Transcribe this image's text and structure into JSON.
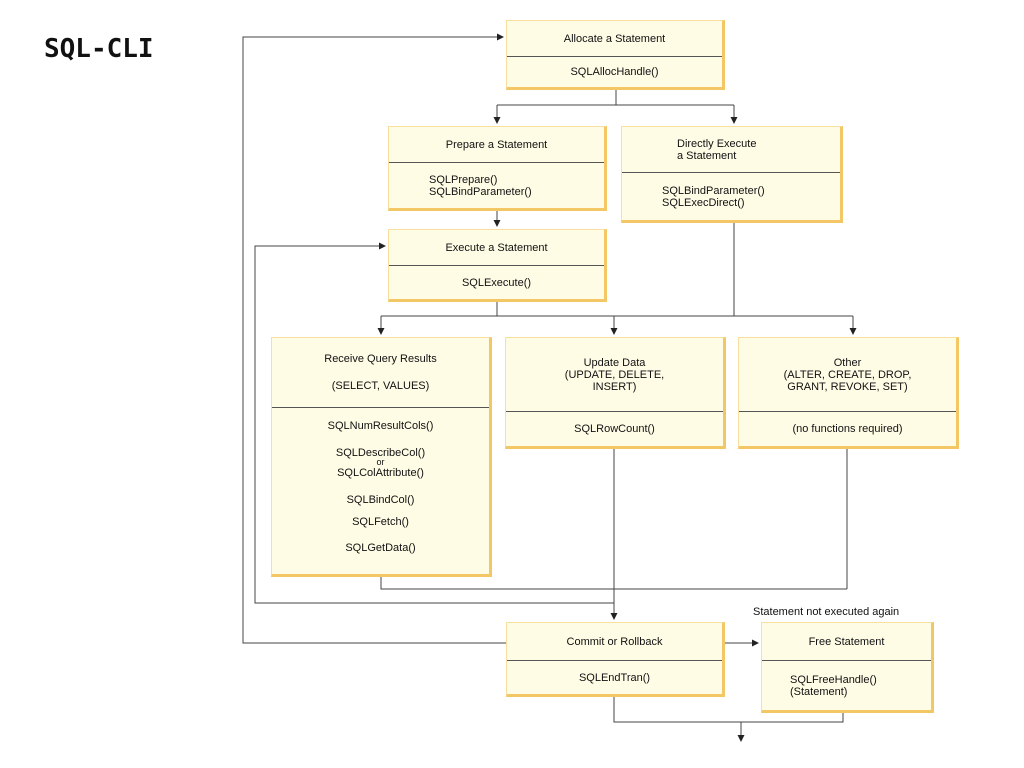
{
  "title": "SQL-CLI",
  "boxes": {
    "allocate": {
      "heading": "Allocate a Statement",
      "functions": [
        "SQLAllocHandle()"
      ]
    },
    "prepare": {
      "heading": "Prepare a Statement",
      "functions": [
        "SQLPrepare()",
        "SQLBindParameter()"
      ]
    },
    "direct": {
      "heading_lines": [
        "Directly Execute",
        "a Statement"
      ],
      "functions": [
        "SQLBindParameter()",
        "SQLExecDirect()"
      ]
    },
    "execute": {
      "heading": "Execute a Statement",
      "functions": [
        "SQLExecute()"
      ]
    },
    "receive": {
      "heading_lines": [
        "Receive Query Results",
        "(SELECT, VALUES)"
      ],
      "sequence": [
        "SQLNumResultCols()",
        "SQLDescribeCol()",
        "or",
        "SQLColAttribute()",
        "SQLBindCol()",
        "SQLFetch()",
        "SQLGetData()"
      ]
    },
    "update": {
      "heading_lines": [
        "Update Data",
        "(UPDATE, DELETE,",
        "INSERT)"
      ],
      "functions": [
        "SQLRowCount()"
      ]
    },
    "other": {
      "heading_lines": [
        "Other",
        "(ALTER, CREATE, DROP,",
        "GRANT, REVOKE, SET)"
      ],
      "functions": [
        "(no functions required)"
      ]
    },
    "commit": {
      "heading": "Commit or Rollback",
      "functions": [
        "SQLEndTran()"
      ]
    },
    "free": {
      "heading": "Free Statement",
      "functions": [
        "SQLFreeHandle()",
        "(Statement)"
      ]
    }
  },
  "note": "Statement not executed again",
  "colors": {
    "box_fill": "#fffce6",
    "box_shadow": "#f3c766",
    "line": "#333333"
  }
}
